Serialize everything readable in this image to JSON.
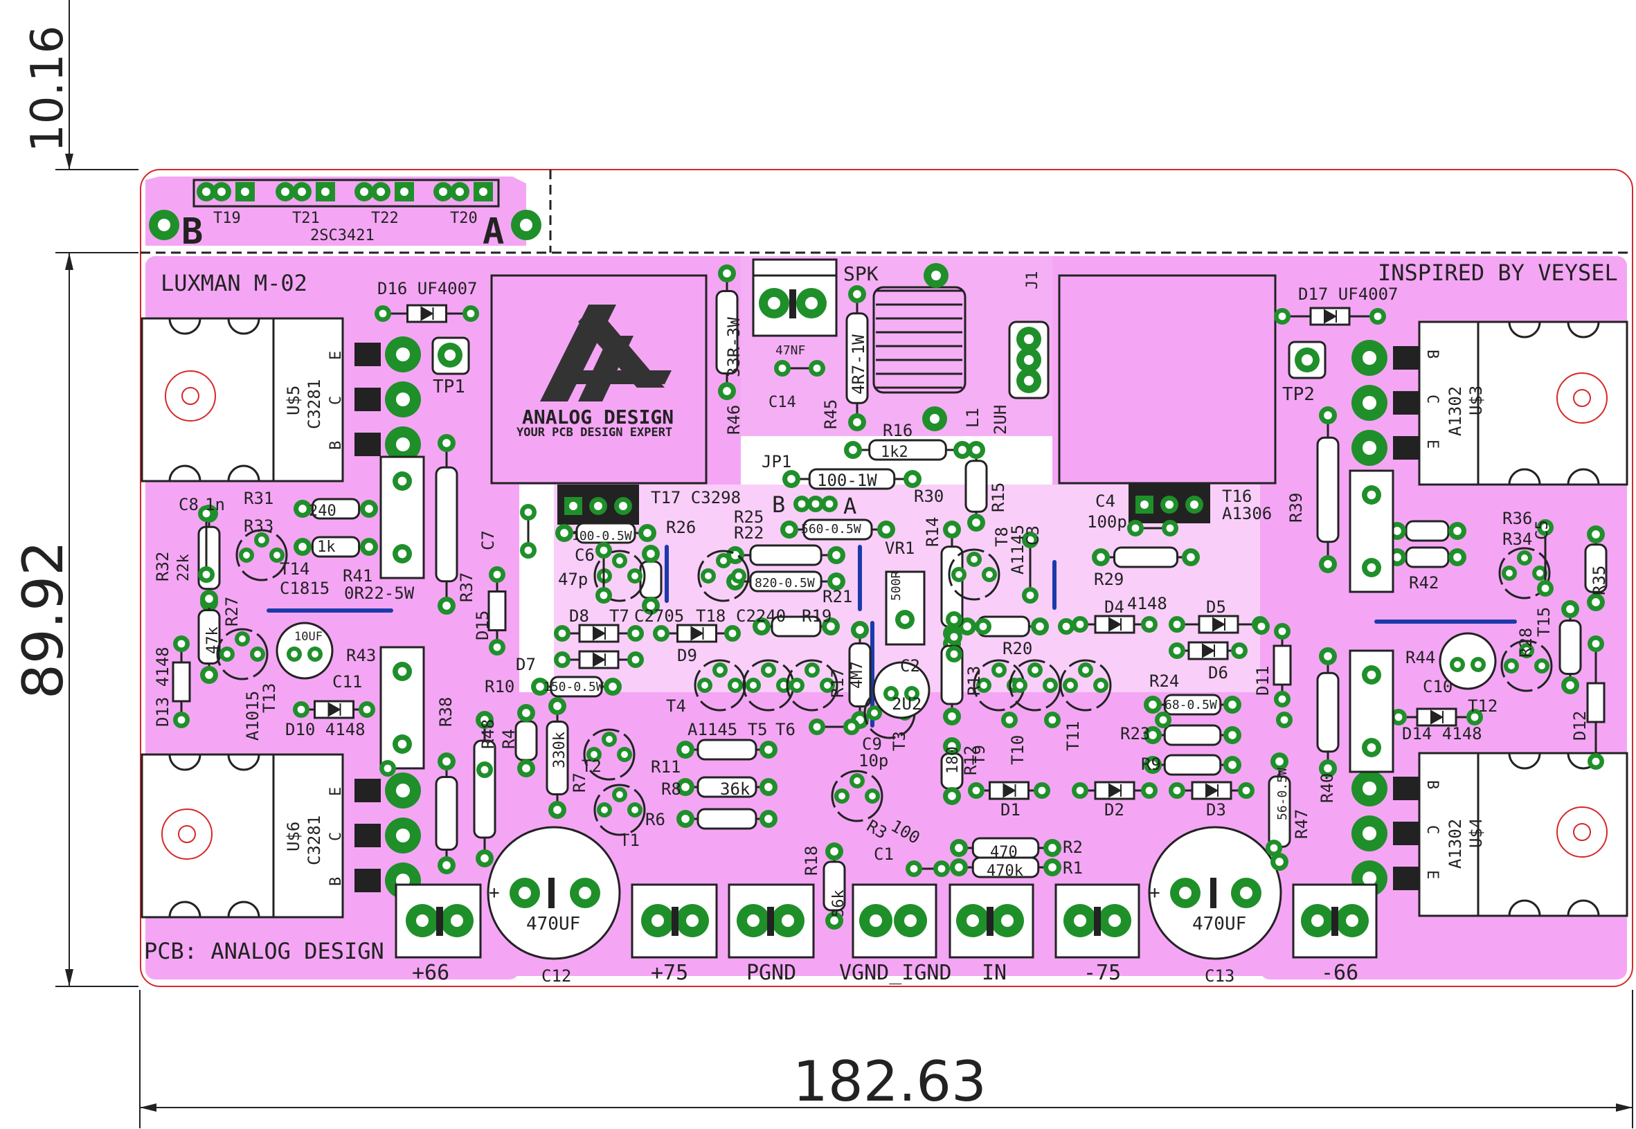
{
  "board": {
    "dimensions": {
      "width_mm": "182.63",
      "height_mm": "89.92",
      "top_strip_mm": "10.16"
    },
    "colors": {
      "copper": "#f4a6f4",
      "pad": "#1f8f2a",
      "silk": "#222222",
      "outline": "#d62828",
      "jumper": "#1c3aa9"
    },
    "title_left": "LUXMAN M-02",
    "title_right": "INSPIRED BY VEYSEL",
    "credit": "PCB: ANALOG DESIGN",
    "logo_line1": "ANALOG DESIGN",
    "logo_line2": "YOUR PCB DESIGN EXPERT",
    "top_strip": {
      "left_mark": "B",
      "right_mark": "A",
      "part": "2SC3421",
      "transistors": [
        "T19",
        "T21",
        "T22",
        "T20"
      ]
    },
    "terminals": [
      "+66",
      "+75",
      "PGND",
      "VGND_IGND",
      "IN",
      "-75",
      "-66"
    ],
    "caps_big": [
      {
        "ref": "C12",
        "value": "470UF"
      },
      {
        "ref": "C13",
        "value": "470UF"
      }
    ],
    "power_transistors": [
      {
        "ref": "U$5",
        "part": "C3281",
        "pins": [
          "E",
          "C",
          "B"
        ]
      },
      {
        "ref": "U$6",
        "part": "C3281",
        "pins": [
          "E",
          "C",
          "B"
        ]
      },
      {
        "ref": "U$3",
        "part": "A1302",
        "pins": [
          "B",
          "C",
          "E"
        ]
      },
      {
        "ref": "U$4",
        "part": "A1302",
        "pins": [
          "B",
          "C",
          "E"
        ]
      }
    ],
    "labels": [
      "D16 UF4007",
      "D17 UF4007",
      "TP1",
      "TP2",
      "SPK",
      "J1",
      "L1",
      "2UH",
      "R46",
      "33R-3W",
      "47NF",
      "C14",
      "R45",
      "4R7-1W",
      "R16",
      "1k2",
      "JP1",
      "100-1W",
      "R30",
      "R15",
      "T17 C3298",
      "T16",
      "A1306",
      "C4",
      "100p",
      "B",
      "A",
      "R25",
      "560-0.5W",
      "R22",
      "820-0.5W",
      "R26",
      "100-0.5W",
      "C7",
      "C6",
      "47p",
      "R21",
      "VR1",
      "500R",
      "R14",
      "T8",
      "A1145",
      "C3",
      "R29",
      "D4",
      "4148",
      "D5",
      "D6",
      "R31",
      "240",
      "R33",
      "1k",
      "C8",
      "1n",
      "R32",
      "22k",
      "T14",
      "C1815",
      "R41",
      "0R22-5W",
      "R37",
      "R27",
      "47k",
      "10UF",
      "R43",
      "C11",
      "D15",
      "D13 4148",
      "T13",
      "A1015",
      "D10 4148",
      "R38",
      "D8",
      "T7",
      "C2705",
      "T18",
      "C2240",
      "R19",
      "D7",
      "D9",
      "R10",
      "150-0.5W",
      "T4",
      "R17",
      "4M7",
      "C2",
      "2U2",
      "R13",
      "R20",
      "T9",
      "T10",
      "T11",
      "D11",
      "R24",
      "68-0.5W",
      "R23",
      "R9",
      "D1",
      "D2",
      "D3",
      "R12",
      "180",
      "R47",
      "56-0.5W",
      "R40",
      "R48",
      "R4",
      "330k",
      "T2",
      "R7",
      "R11",
      "A1145 T5",
      "T6",
      "C9",
      "10p",
      "T3",
      "R8",
      "36k",
      "R6",
      "T1",
      "R3",
      "100",
      "C1",
      "R2",
      "470",
      "R1",
      "470k",
      "R18",
      "56k",
      "R39",
      "R36",
      "R34",
      "C5",
      "R42",
      "R35",
      "T15",
      "R28",
      "R44",
      "C10",
      "T12",
      "D12",
      "D14 4148"
    ]
  }
}
